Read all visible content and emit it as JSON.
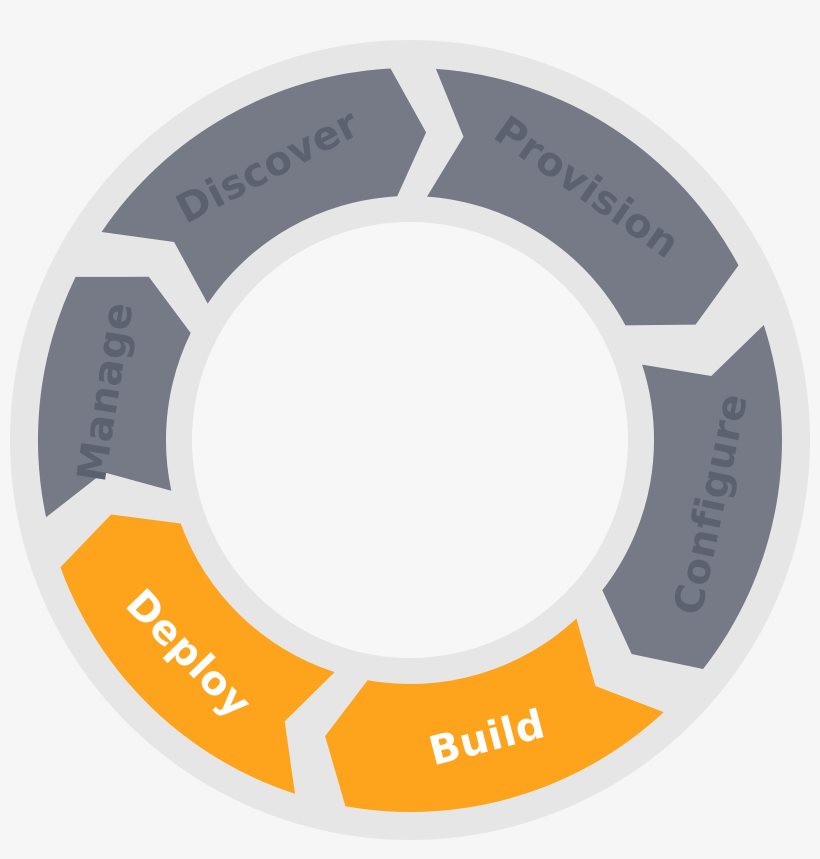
{
  "diagram": {
    "type": "cycle",
    "stages": [
      {
        "label": "Discover",
        "highlighted": false
      },
      {
        "label": "Provision",
        "highlighted": false
      },
      {
        "label": "Configure",
        "highlighted": false
      },
      {
        "label": "Build",
        "highlighted": true
      },
      {
        "label": "Deploy",
        "highlighted": true
      },
      {
        "label": "Manage",
        "highlighted": false
      }
    ]
  },
  "colors": {
    "background": "#f6f6f6",
    "ring": "#e6e6e6",
    "inner": "#f7f7f7",
    "gray_segment": "#767a86",
    "gray_text": "#5c6170",
    "orange_segment": "#fea41c",
    "orange_text": "#ffffff"
  }
}
